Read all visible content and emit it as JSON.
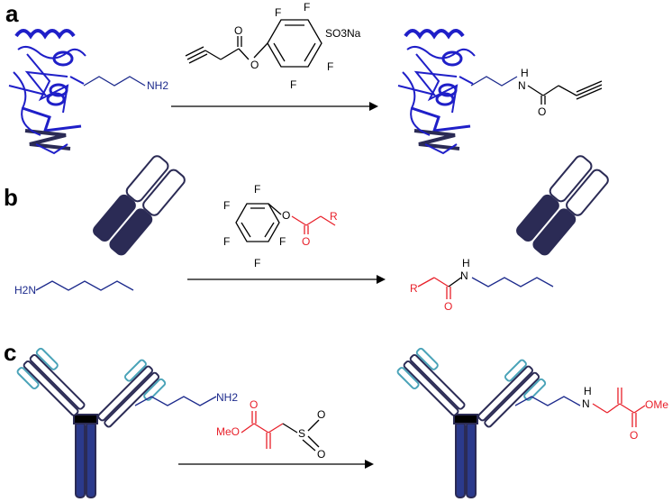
{
  "panels": [
    {
      "letter": "a",
      "reagent": {
        "F": "F",
        "SO3Na": "SO3Na",
        "O": "O"
      },
      "start_label": "NH2",
      "product_labels": {
        "H": "H",
        "N": "N",
        "O": "O"
      }
    },
    {
      "letter": "b",
      "reagent": {
        "F": "F",
        "O": "O",
        "R": "R"
      },
      "start_label": "H2N",
      "product_labels": {
        "R": "R",
        "H": "H",
        "N": "N",
        "O": "O"
      }
    },
    {
      "letter": "c",
      "reagent": {
        "MeO": "MeO",
        "O": "O",
        "S": "S"
      },
      "start_label": "NH2",
      "product_labels": {
        "H": "H",
        "N": "N",
        "OMe": "OMe",
        "O": "O"
      }
    }
  ],
  "colors": {
    "protein_blue": "#1f1fc8",
    "linker_blue": "#1c2a8c",
    "reagent_red": "#e8202a",
    "antibody_dark": "#2b2b55",
    "antibody_teal": "#4aa3b8",
    "black": "#000000"
  }
}
